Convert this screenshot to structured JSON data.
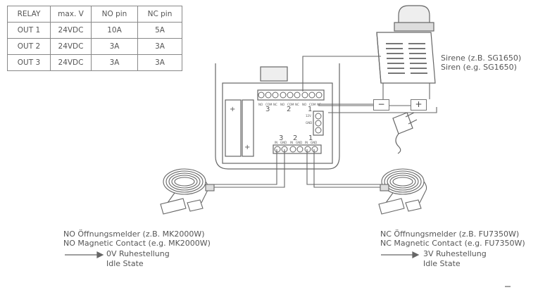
{
  "relay_table": {
    "headers": [
      "RELAY",
      "max. V",
      "NO pin",
      "NC pin"
    ],
    "rows": [
      [
        "OUT 1",
        "24VDC",
        "10A",
        "5A"
      ],
      [
        "OUT 2",
        "24VDC",
        "3A",
        "3A"
      ],
      [
        "OUT 3",
        "24VDC",
        "3A",
        "3A"
      ]
    ]
  },
  "siren": {
    "label_de": "Sirene (z.B. SG1650)",
    "label_en": "Siren (e.g. SG1650)"
  },
  "siren_polarity": {
    "minus": "−",
    "plus": "+"
  },
  "board": {
    "relay_numbers": [
      "3",
      "2",
      "1"
    ],
    "relay_pins": [
      "NO",
      "COM",
      "NC"
    ],
    "power_labels": [
      "12V",
      "GND"
    ],
    "input_numbers": [
      "3",
      "2",
      "1"
    ],
    "input_pins": [
      "IN",
      "GND"
    ],
    "battery_plus": "+"
  },
  "no_contact": {
    "line1": "NO Öffnungsmelder (z.B. MK2000W)",
    "line2": "NO Magnetic Contact (e.g. MK2000W)",
    "line3": "0V Ruhestellung",
    "line4": "Idle State"
  },
  "nc_contact": {
    "line1": "NC Öffnungsmelder (z.B. FU7350W)",
    "line2": "NC Magnetic Contact (e.g. FU7350W)",
    "line3": "3V Ruhestellung",
    "line4": "Idle State"
  },
  "colors": {
    "line": "#666666",
    "text": "#555555",
    "fill": "#ffffff",
    "shade": "#dddddd"
  }
}
